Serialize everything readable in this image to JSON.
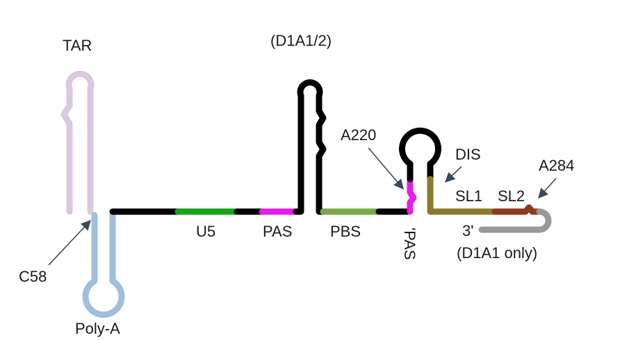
{
  "labels": {
    "tar": "TAR",
    "d1a12": "(D1A1/2)",
    "a220": "A220",
    "dis": "DIS",
    "a284": "A284",
    "sl1": "SL1",
    "sl2": "SL2",
    "u5": "U5",
    "pas": "PAS",
    "pbs": "PBS",
    "pas_prime": "'PAS",
    "three_prime": "3'",
    "d1a1_only": "(D1A1 only)",
    "c58": "C58",
    "poly_a": "Poly-A"
  },
  "colors": {
    "tar": "#d9c8e0",
    "poly_a": "#9fc0dc",
    "backbone": "#000000",
    "u5": "#1aa31a",
    "pas": "#e51ee5",
    "pbs": "#79a84a",
    "dis": "#8b7a2e",
    "sl2": "#8b3a1e",
    "tail": "#999999",
    "arrow": "#3a4a5c"
  }
}
